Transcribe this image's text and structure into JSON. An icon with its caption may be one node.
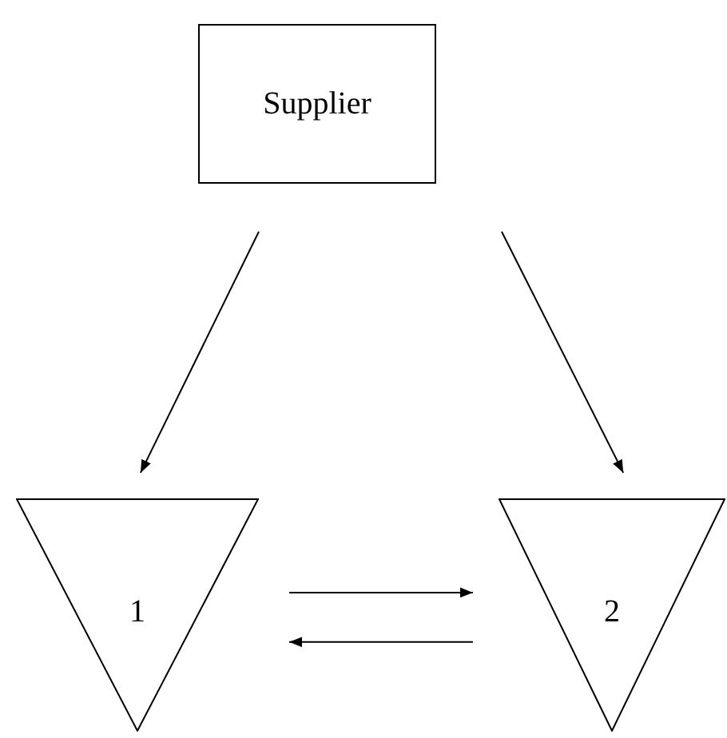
{
  "diagram": {
    "nodes": [
      {
        "text": [
          "Supplier"
        ]
      },
      {
        "text": [
          "1"
        ]
      },
      {
        "text": [
          "2"
        ]
      }
    ],
    "edges": [
      {
        "from": 0,
        "to": 1,
        "arrow": "to"
      },
      {
        "from": 0,
        "to": 2,
        "arrow": "to"
      },
      {
        "from": 1,
        "to": 2,
        "arrow": "to"
      },
      {
        "from": 2,
        "to": 1,
        "arrow": "to"
      }
    ]
  }
}
